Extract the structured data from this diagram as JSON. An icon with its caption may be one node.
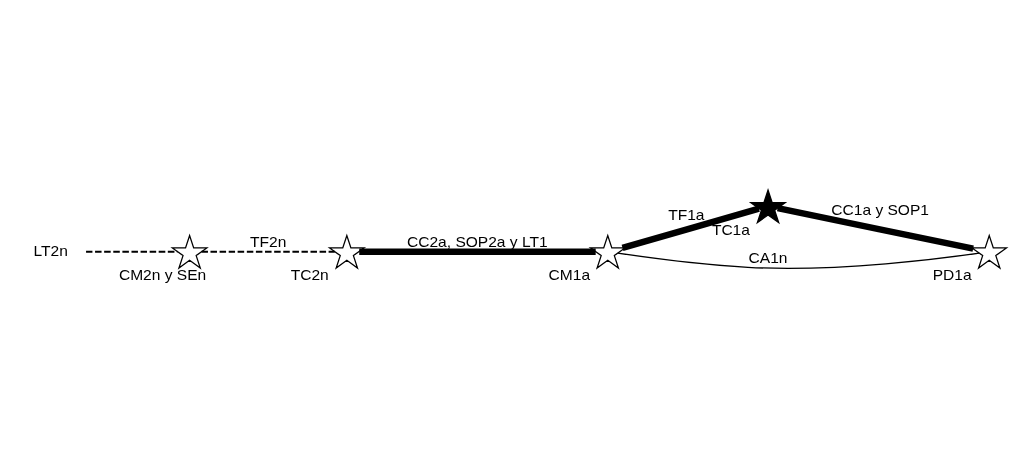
{
  "diagram": {
    "nodes": [
      {
        "text": [
          "LT2n"
        ]
      },
      {
        "text": [],
        "shape": "star",
        "beside": [
          "CM2n y SEn"
        ]
      },
      {
        "text": [],
        "shape": "star",
        "beside": [
          "TC2n"
        ]
      },
      {
        "text": [],
        "shape": "star",
        "beside": [
          "CM1a"
        ]
      },
      {
        "text": [],
        "shape": "star",
        "beside": [
          "TC1a"
        ]
      },
      {
        "text": [],
        "shape": "star",
        "beside": [
          "PD1a"
        ]
      }
    ],
    "edges": [
      {
        "from": 0,
        "to": 1,
        "arrow": "none",
        "style": "dashed"
      },
      {
        "from": 1,
        "to": 2,
        "arrow": "none",
        "style": "dashed",
        "label": "TF2n"
      },
      {
        "from": 2,
        "to": 3,
        "arrow": "none",
        "style": "thick",
        "label": "CC2a, SOP2a y LT1"
      },
      {
        "from": 3,
        "to": 4,
        "arrow": "none",
        "style": "thick",
        "label": "TF1a"
      },
      {
        "from": 4,
        "to": 5,
        "arrow": "none",
        "style": "thick",
        "label": "CC1a y SOP1"
      },
      {
        "from": 3,
        "to": 5,
        "arrow": "none",
        "label": "CA1n"
      }
    ]
  }
}
